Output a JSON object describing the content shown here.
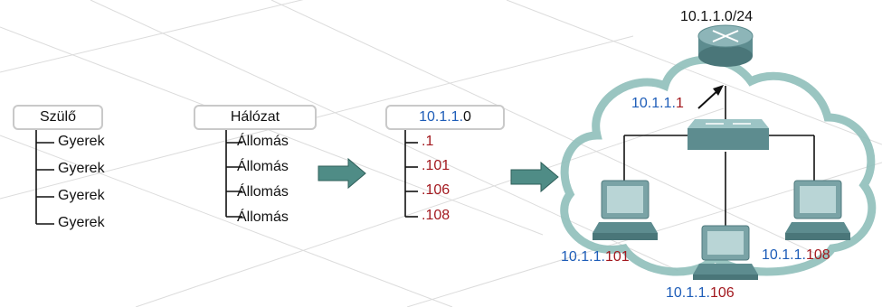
{
  "hierarchy": {
    "parent_label": "Szülő",
    "children": [
      "Gyerek",
      "Gyerek",
      "Gyerek",
      "Gyerek"
    ]
  },
  "network_hierarchy": {
    "network_label": "Hálózat",
    "hosts": [
      "Állomás",
      "Állomás",
      "Állomás",
      "Állomás"
    ]
  },
  "address_hierarchy": {
    "network_prefix": "10.1.1.",
    "network_suffix": "0",
    "host_suffixes": [
      ".1",
      ".101",
      ".106",
      ".108"
    ]
  },
  "topology": {
    "subnet": "10.1.1.0/24",
    "router_ip_prefix": "10.1.1.",
    "router_ip_suffix": "1",
    "host_left_prefix": "10.1.1.",
    "host_left_suffix": "101",
    "host_middle_prefix": "10.1.1.",
    "host_middle_suffix": "106",
    "host_right_prefix": "10.1.1.",
    "host_right_suffix": "108"
  },
  "colors": {
    "network_part": "#1e5db8",
    "host_part": "#a3191f",
    "arrow": "#4f8c86",
    "cloud": "#8fbfba"
  }
}
